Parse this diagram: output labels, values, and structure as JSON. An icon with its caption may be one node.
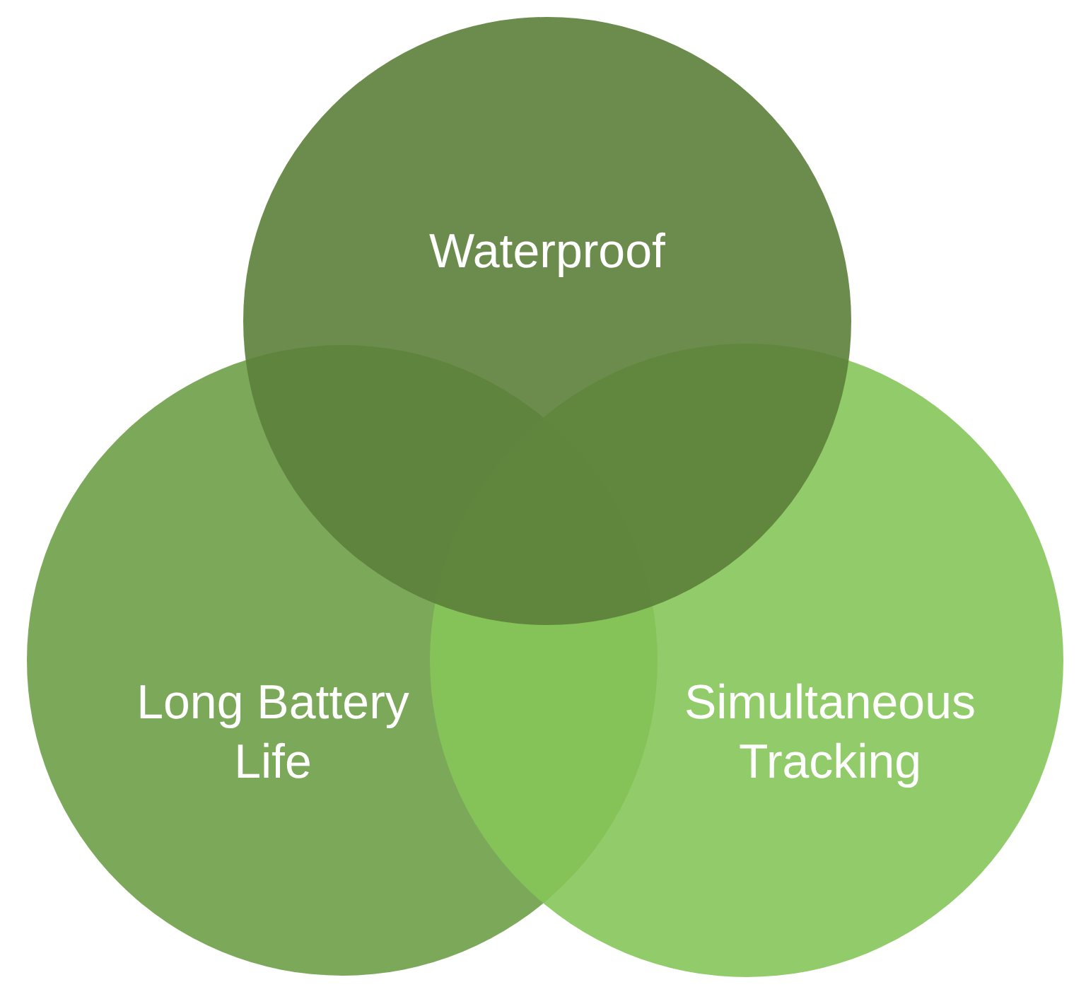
{
  "diagram": {
    "nodes": [
      {
        "text": [
          "Waterproof"
        ]
      },
      {
        "text": [
          "Long Battery Life"
        ]
      },
      {
        "text": [
          "Simultaneous Tracking"
        ]
      }
    ]
  }
}
